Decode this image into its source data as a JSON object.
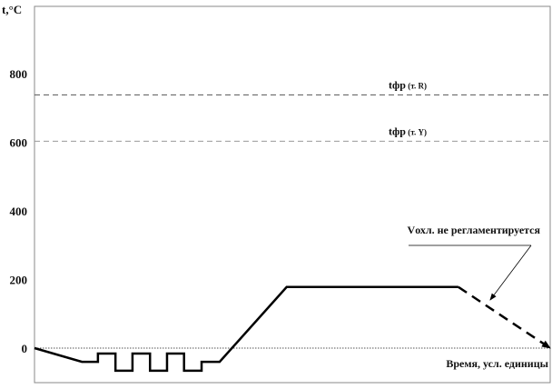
{
  "chart_data": {
    "type": "line",
    "title": "",
    "ylabel": "t,°C",
    "xlabel": "Время, усл. единицы",
    "ylim": [
      -100,
      1000
    ],
    "xlim": [
      0,
      100
    ],
    "yticks": [
      0,
      200,
      400,
      600,
      800
    ],
    "grid": false,
    "series": [
      {
        "name": "temperature profile",
        "style": "solid",
        "x": [
          0,
          9.2,
          12.3,
          12.3,
          15.7,
          15.7,
          19,
          19,
          22.4,
          22.4,
          25.7,
          25.7,
          29,
          29,
          32.4,
          32.4,
          35.9,
          48.9,
          82.2
        ],
        "y": [
          0,
          -40,
          -40,
          -16,
          -16,
          -66,
          -66,
          -16,
          -16,
          -66,
          -66,
          -16,
          -16,
          -66,
          -66,
          -40,
          -40,
          178,
          178
        ]
      },
      {
        "name": "cooling",
        "style": "dashed-arrow",
        "x": [
          82.2,
          100
        ],
        "y": [
          178,
          0
        ]
      }
    ],
    "reference_lines": [
      {
        "label_main": "tфр",
        "label_sub": "(т. R)",
        "y": 738,
        "style": "dashed"
      },
      {
        "label_main": "tфр",
        "label_sub": "(т. Y)",
        "y": 603,
        "style": "dashed"
      }
    ],
    "zero_line": {
      "y": 0,
      "style": "dotted"
    },
    "annotations": [
      {
        "text": "Vохл. не регламентируется",
        "points_to": "cooling"
      }
    ]
  }
}
